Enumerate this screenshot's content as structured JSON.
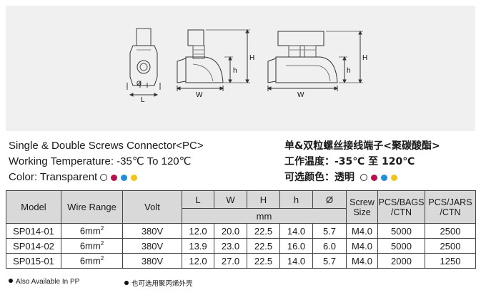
{
  "drawing": {
    "dim_labels": {
      "H": "H",
      "h": "h",
      "W": "W",
      "L": "L",
      "phi": "Ø"
    }
  },
  "info_en": {
    "title": "Single & Double Screws Connector<PC>",
    "temperature": "Working Temperature: -35℃ To 120℃",
    "color": "Color: Transparent"
  },
  "info_cn": {
    "title": "单&双粒螺丝接线端子<聚碳酸酯>",
    "temperature": "工作温度：-35℃ 至 120℃",
    "color": "可选颜色：透明"
  },
  "colors": {
    "option_hollow": "#ffffff",
    "option_red": "#b5124e",
    "option_blue": "#1e8fd8",
    "option_yellow": "#f3c417"
  },
  "table": {
    "headers": {
      "model": "Model",
      "wire_range": "Wire Range",
      "volt": "Volt",
      "L": "L",
      "W": "W",
      "H": "H",
      "h": "h",
      "phi": "Ø",
      "unit": "mm",
      "screw_size": "Screw Size",
      "pcs_bags": "PCS/BAGS /CTN",
      "pcs_jars": "PCS/JARS /CTN"
    },
    "rows": [
      {
        "model": "SP014-01",
        "wire": "6mm",
        "sup": "2",
        "volt": "380V",
        "L": "12.0",
        "W": "20.0",
        "H": "22.5",
        "h": "14.0",
        "phi": "5.7",
        "screw": "M4.0",
        "bags": "5000",
        "jars": "2500"
      },
      {
        "model": "SP014-02",
        "wire": "6mm",
        "sup": "2",
        "volt": "380V",
        "L": "13.9",
        "W": "23.0",
        "H": "22.5",
        "h": "16.0",
        "phi": "6.0",
        "screw": "M4.0",
        "bags": "5000",
        "jars": "2500"
      },
      {
        "model": "SP015-01",
        "wire": "6mm",
        "sup": "2",
        "volt": "380V",
        "L": "12.0",
        "W": "27.0",
        "H": "22.5",
        "h": "14.0",
        "phi": "5.7",
        "screw": "M4.0",
        "bags": "2000",
        "jars": "1250"
      }
    ]
  },
  "footnotes": {
    "en": "Also Available In PP",
    "cn": "也可选用聚丙烯外壳"
  }
}
